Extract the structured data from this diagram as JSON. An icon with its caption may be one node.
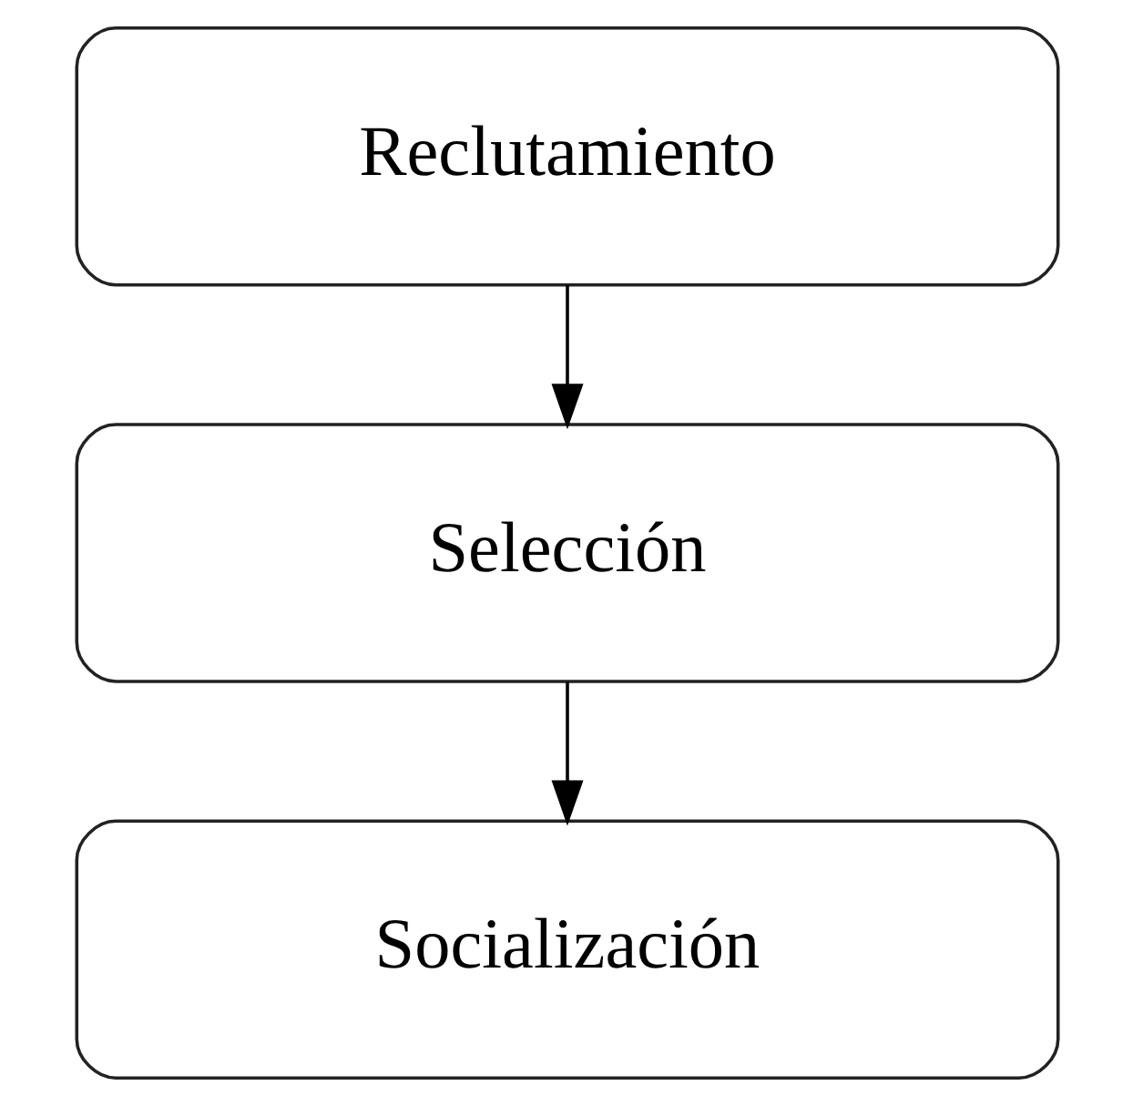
{
  "diagram": {
    "nodes": [
      {
        "text": [
          "Reclutamiento"
        ]
      },
      {
        "text": [
          "Selección"
        ]
      },
      {
        "text": [
          "Socialización"
        ]
      }
    ],
    "edges": [
      {
        "from": 0,
        "to": 1,
        "arrow": "to"
      },
      {
        "from": 1,
        "to": 2,
        "arrow": "to"
      }
    ]
  }
}
